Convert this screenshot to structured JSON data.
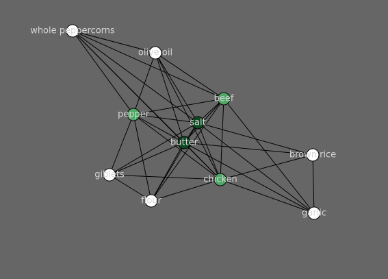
{
  "graph": {
    "nodes": [
      {
        "id": "whole_peppercorns",
        "label": "whole peppercorns",
        "fill": "#ffffff"
      },
      {
        "id": "olive_oil",
        "label": "olive oil",
        "fill": "#ffffff"
      },
      {
        "id": "beef",
        "label": "beef",
        "fill": "#4fa865"
      },
      {
        "id": "pepper",
        "label": "pepper",
        "fill": "#4fa865"
      },
      {
        "id": "salt",
        "label": "salt",
        "fill": "#0d4a22"
      },
      {
        "id": "butter",
        "label": "butter",
        "fill": "#0d4a22"
      },
      {
        "id": "brown_rice",
        "label": "brown rice",
        "fill": "#ffffff"
      },
      {
        "id": "giblets",
        "label": "giblets",
        "fill": "#ffffff"
      },
      {
        "id": "chicken",
        "label": "chicken",
        "fill": "#4fa865"
      },
      {
        "id": "flour",
        "label": "flour",
        "fill": "#ffffff"
      },
      {
        "id": "garlic",
        "label": "garlic",
        "fill": "#ffffff"
      }
    ],
    "edges": [
      [
        "whole_peppercorns",
        "olive_oil"
      ],
      [
        "whole_peppercorns",
        "beef"
      ],
      [
        "whole_peppercorns",
        "pepper"
      ],
      [
        "whole_peppercorns",
        "salt"
      ],
      [
        "whole_peppercorns",
        "butter"
      ],
      [
        "whole_peppercorns",
        "chicken"
      ],
      [
        "olive_oil",
        "beef"
      ],
      [
        "olive_oil",
        "pepper"
      ],
      [
        "olive_oil",
        "salt"
      ],
      [
        "olive_oil",
        "butter"
      ],
      [
        "olive_oil",
        "chicken"
      ],
      [
        "beef",
        "pepper"
      ],
      [
        "beef",
        "salt"
      ],
      [
        "beef",
        "butter"
      ],
      [
        "beef",
        "chicken"
      ],
      [
        "beef",
        "garlic"
      ],
      [
        "beef",
        "flour"
      ],
      [
        "pepper",
        "salt"
      ],
      [
        "pepper",
        "butter"
      ],
      [
        "pepper",
        "giblets"
      ],
      [
        "pepper",
        "flour"
      ],
      [
        "pepper",
        "chicken"
      ],
      [
        "salt",
        "butter"
      ],
      [
        "salt",
        "brown_rice"
      ],
      [
        "salt",
        "giblets"
      ],
      [
        "salt",
        "flour"
      ],
      [
        "salt",
        "chicken"
      ],
      [
        "salt",
        "garlic"
      ],
      [
        "butter",
        "brown_rice"
      ],
      [
        "butter",
        "giblets"
      ],
      [
        "butter",
        "flour"
      ],
      [
        "butter",
        "chicken"
      ],
      [
        "butter",
        "garlic"
      ],
      [
        "brown_rice",
        "chicken"
      ],
      [
        "brown_rice",
        "garlic"
      ],
      [
        "giblets",
        "flour"
      ],
      [
        "giblets",
        "chicken"
      ],
      [
        "chicken",
        "flour"
      ],
      [
        "chicken",
        "garlic"
      ]
    ]
  }
}
